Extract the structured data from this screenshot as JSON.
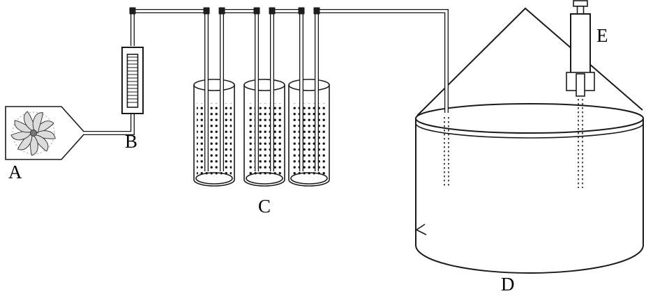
{
  "labels": {
    "fan_unit": "A",
    "flowmeter": "B",
    "absorption_bottles": "C",
    "fermentation_chamber": "D",
    "syringe_sampler": "E"
  },
  "colors": {
    "ink": "#1a1a1a",
    "frit_gray": "#9a9a9a",
    "bottle_top_gray": "#e9e9e9"
  }
}
